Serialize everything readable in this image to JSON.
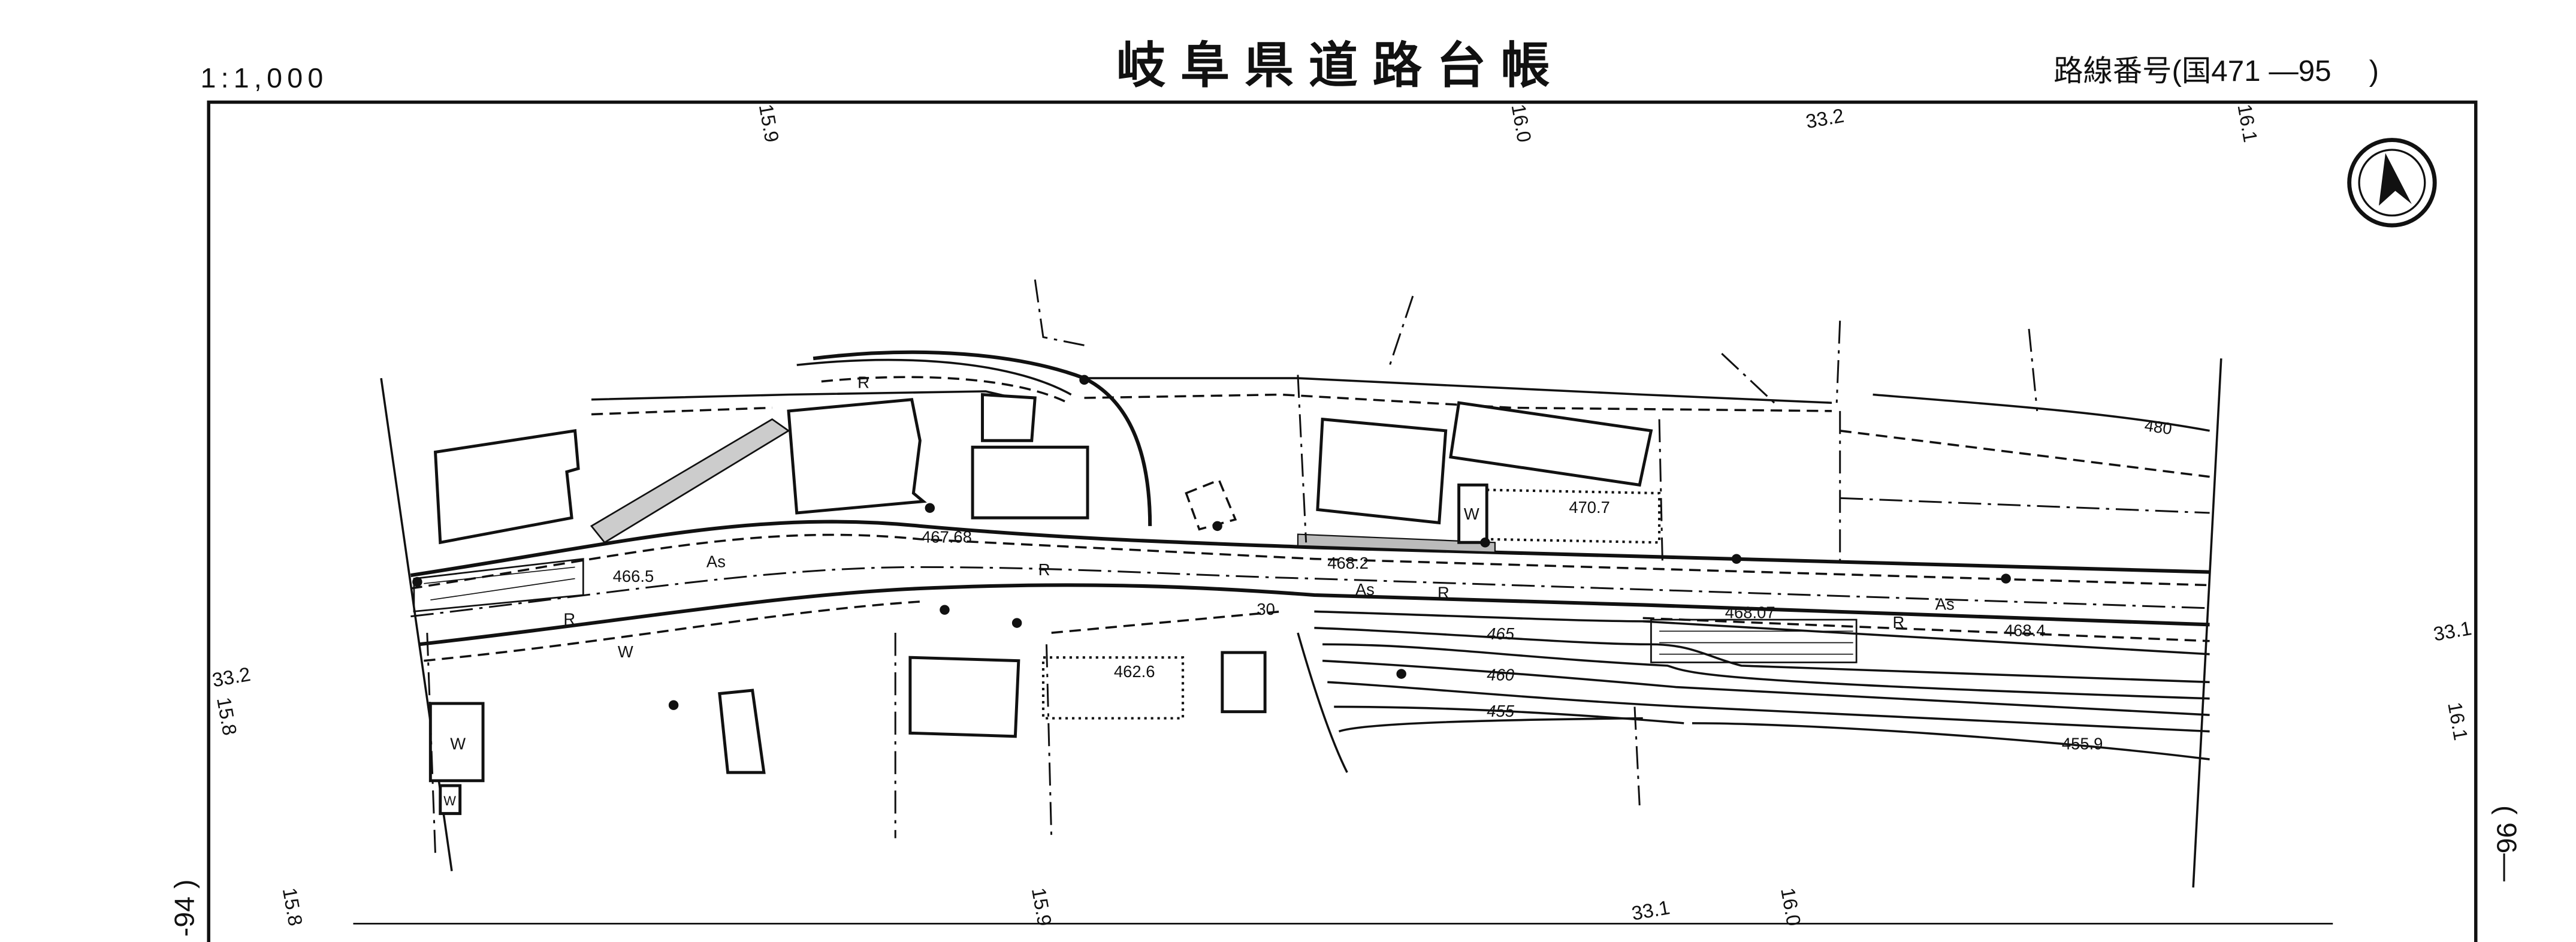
{
  "header": {
    "scale": "1:1,000",
    "title": "岐阜県道路台帳",
    "route_number": "路線番号(国471 —95　 )"
  },
  "sheet_links": {
    "left": "-94 )",
    "right": "( 96—"
  },
  "grid_labels": {
    "top": [
      "15.9",
      "16.0",
      "33.2",
      "16.1"
    ],
    "left": [
      "33.2",
      "15.8"
    ],
    "right": [
      "33.1",
      "16.1"
    ],
    "bottom": [
      "15.8",
      "15.9",
      "33.1",
      "16.0"
    ]
  },
  "elevations": [
    "466.5",
    "467.68",
    "468.2",
    "468.07",
    "468.4",
    "470.7",
    "462.6",
    "465",
    "460",
    "455",
    "455.9",
    "480",
    "30"
  ],
  "surface_labels": {
    "asphalt": "As",
    "road": "R",
    "water": "W"
  },
  "north_arrow": "north-arrow-icon"
}
